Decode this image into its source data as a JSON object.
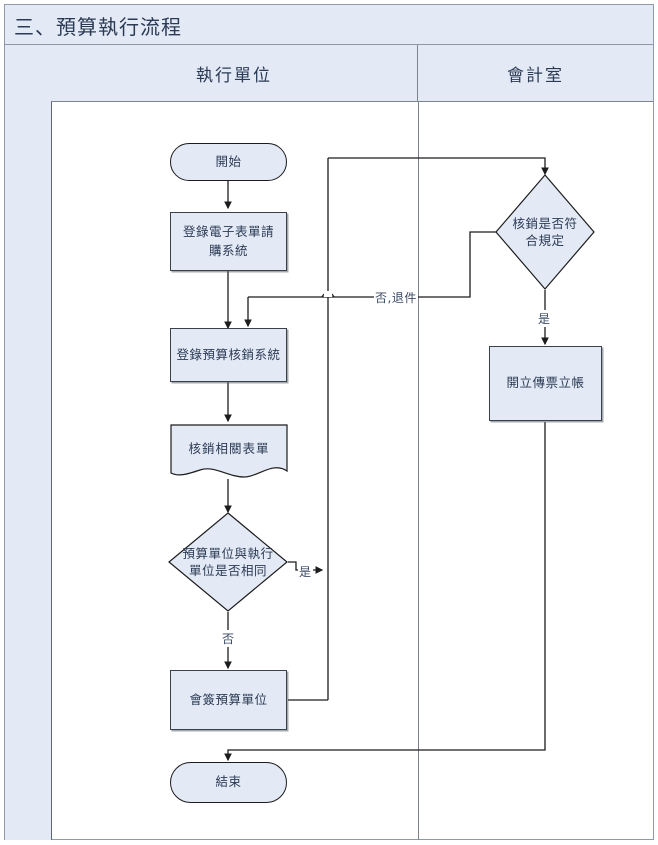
{
  "document": {
    "title": "三、預算執行流程"
  },
  "lanes": [
    {
      "id": "exec",
      "label": "執行單位"
    },
    {
      "id": "accounting",
      "label": "會計室"
    }
  ],
  "colors": {
    "shape_fill": "#e3eaf5",
    "shape_stroke": "#39414d",
    "header_fill": "#e3eaf5",
    "frame_stroke": "#8e9aaa",
    "text": "#2b3a55",
    "connector": "#1c1c1c"
  },
  "chart_data": {
    "type": "flowchart",
    "title": "三、預算執行流程",
    "lanes": [
      "執行單位",
      "會計室"
    ],
    "nodes": [
      {
        "id": "start",
        "label": "開始",
        "shape": "terminator",
        "lane": "執行單位"
      },
      {
        "id": "eform",
        "label": "登錄電子表單請購系統",
        "shape": "process",
        "lane": "執行單位"
      },
      {
        "id": "budget_sys",
        "label": "登錄預算核銷系統",
        "shape": "process",
        "lane": "執行單位"
      },
      {
        "id": "forms",
        "label": "核銷相關表單",
        "shape": "document",
        "lane": "執行單位"
      },
      {
        "id": "same_unit",
        "label": "預算單位與執行單位是否相同",
        "shape": "decision",
        "lane": "執行單位"
      },
      {
        "id": "cosign",
        "label": "會簽預算單位",
        "shape": "process",
        "lane": "執行單位"
      },
      {
        "id": "end",
        "label": "結束",
        "shape": "terminator",
        "lane": "執行單位"
      },
      {
        "id": "compliant",
        "label": "核銷是否符合規定",
        "shape": "decision",
        "lane": "會計室"
      },
      {
        "id": "voucher",
        "label": "開立傳票立帳",
        "shape": "process",
        "lane": "會計室"
      }
    ],
    "edges": [
      {
        "from": "start",
        "to": "eform",
        "label": ""
      },
      {
        "from": "eform",
        "to": "budget_sys",
        "label": ""
      },
      {
        "from": "budget_sys",
        "to": "forms",
        "label": ""
      },
      {
        "from": "forms",
        "to": "same_unit",
        "label": ""
      },
      {
        "from": "same_unit",
        "to": "compliant",
        "label": "是"
      },
      {
        "from": "same_unit",
        "to": "cosign",
        "label": "否"
      },
      {
        "from": "cosign",
        "to": "compliant",
        "label": ""
      },
      {
        "from": "compliant",
        "to": "budget_sys",
        "label": "否,退件"
      },
      {
        "from": "compliant",
        "to": "voucher",
        "label": "是"
      },
      {
        "from": "voucher",
        "to": "end",
        "label": ""
      }
    ]
  },
  "nodes": {
    "start": {
      "label": "開始"
    },
    "eform": {
      "label": "登錄電子表單請購系統"
    },
    "budget_sys": {
      "label": "登錄預算核銷系統"
    },
    "forms": {
      "label": "核銷相關表單"
    },
    "same_unit": {
      "label": "預算單位與執行單位是否相同"
    },
    "cosign": {
      "label": "會簽預算單位"
    },
    "end": {
      "label": "結束"
    },
    "compliant": {
      "label": "核銷是否符合規定"
    },
    "voucher": {
      "label": "開立傳票立帳"
    }
  },
  "edge_labels": {
    "yes_same_unit": "是",
    "no_same_unit": "否",
    "reject": "否,退件",
    "yes_compliant": "是"
  }
}
